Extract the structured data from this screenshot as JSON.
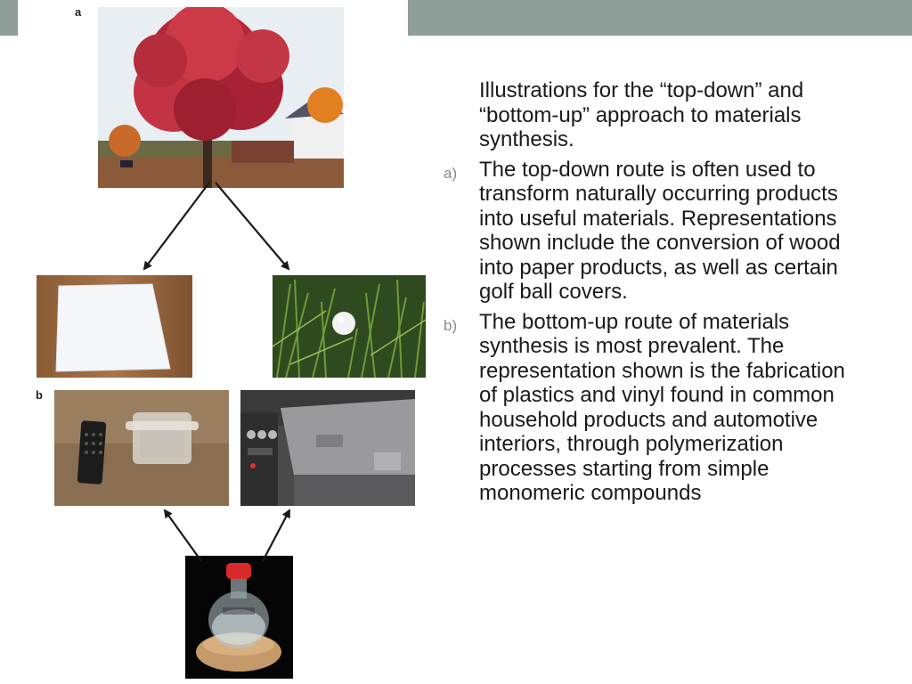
{
  "figure": {
    "label_a": "a",
    "label_b": "b"
  },
  "text": {
    "intro": "Illustrations for the “top-down” and “bottom-up” approach to materials synthesis.",
    "items": [
      {
        "marker": "a)",
        "text": "The top-down route is often used to transform naturally occurring products into useful materials. Representations shown include the conversion of wood into paper products, as well as certain golf ball covers."
      },
      {
        "marker": "b)",
        "text": "The bottom-up route of materials synthesis is most prevalent. The representation shown is the fabrication of plastics and vinyl found in common household products and automotive interiors, through polymerization processes starting from simple monomeric compounds"
      }
    ]
  },
  "colors": {
    "header_band": "#8f9e98",
    "marker": "#8a8a8a",
    "body_text": "#1a1a1a"
  }
}
